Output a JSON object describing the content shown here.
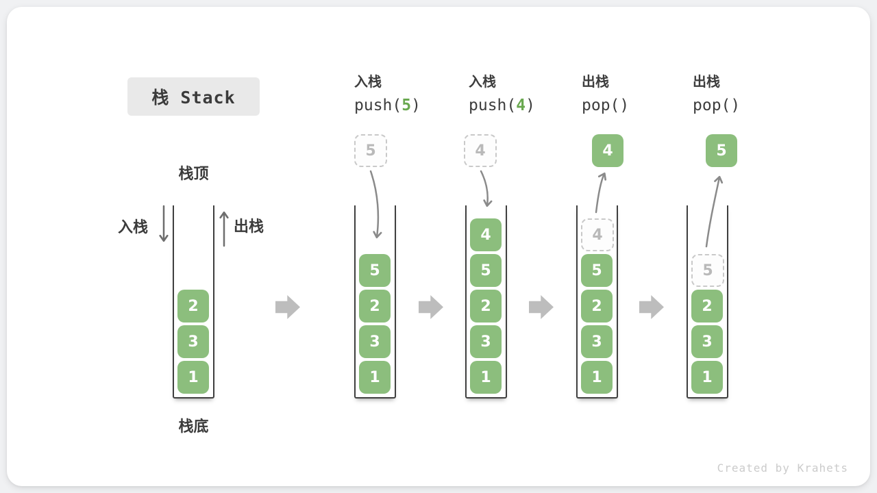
{
  "title": {
    "text": "栈 Stack"
  },
  "side_labels": {
    "stack_top": "栈顶",
    "stack_bottom": "栈底",
    "push": "入栈",
    "pop": "出栈"
  },
  "operations": [
    {
      "action": "入栈",
      "code_pre": "push(",
      "code_arg": "5",
      "code_post": ")"
    },
    {
      "action": "入栈",
      "code_pre": "push(",
      "code_arg": "4",
      "code_post": ")"
    },
    {
      "action": "出栈",
      "code_pre": "pop(",
      "code_arg": "",
      "code_post": ")"
    },
    {
      "action": "出栈",
      "code_pre": "pop(",
      "code_arg": "",
      "code_post": ")"
    }
  ],
  "stacks": [
    {
      "cells": [
        "2",
        "3",
        "1"
      ]
    },
    {
      "floating": "5",
      "cells": [
        "5",
        "2",
        "3",
        "1"
      ]
    },
    {
      "floating": "4",
      "cells": [
        "4",
        "5",
        "2",
        "3",
        "1"
      ]
    },
    {
      "floating": "4",
      "ghost": "4",
      "cells": [
        "5",
        "2",
        "3",
        "1"
      ]
    },
    {
      "floating": "5",
      "ghost": "5",
      "cells": [
        "2",
        "3",
        "1"
      ]
    }
  ],
  "watermark": "Created by Krahets",
  "colors": {
    "cell_green": "#8CBE7D",
    "code_arg_green": "#69A84F",
    "ghost_border": "#C9C9C9",
    "ghost_text": "#B9B9B9",
    "trajectory_arrow": "#8A8A8A",
    "side_arrow": "#6E6E6E",
    "flow_arrow": "#BDBDBD",
    "text_dark": "#3D3D3D",
    "title_bg": "#E9E9E9"
  }
}
